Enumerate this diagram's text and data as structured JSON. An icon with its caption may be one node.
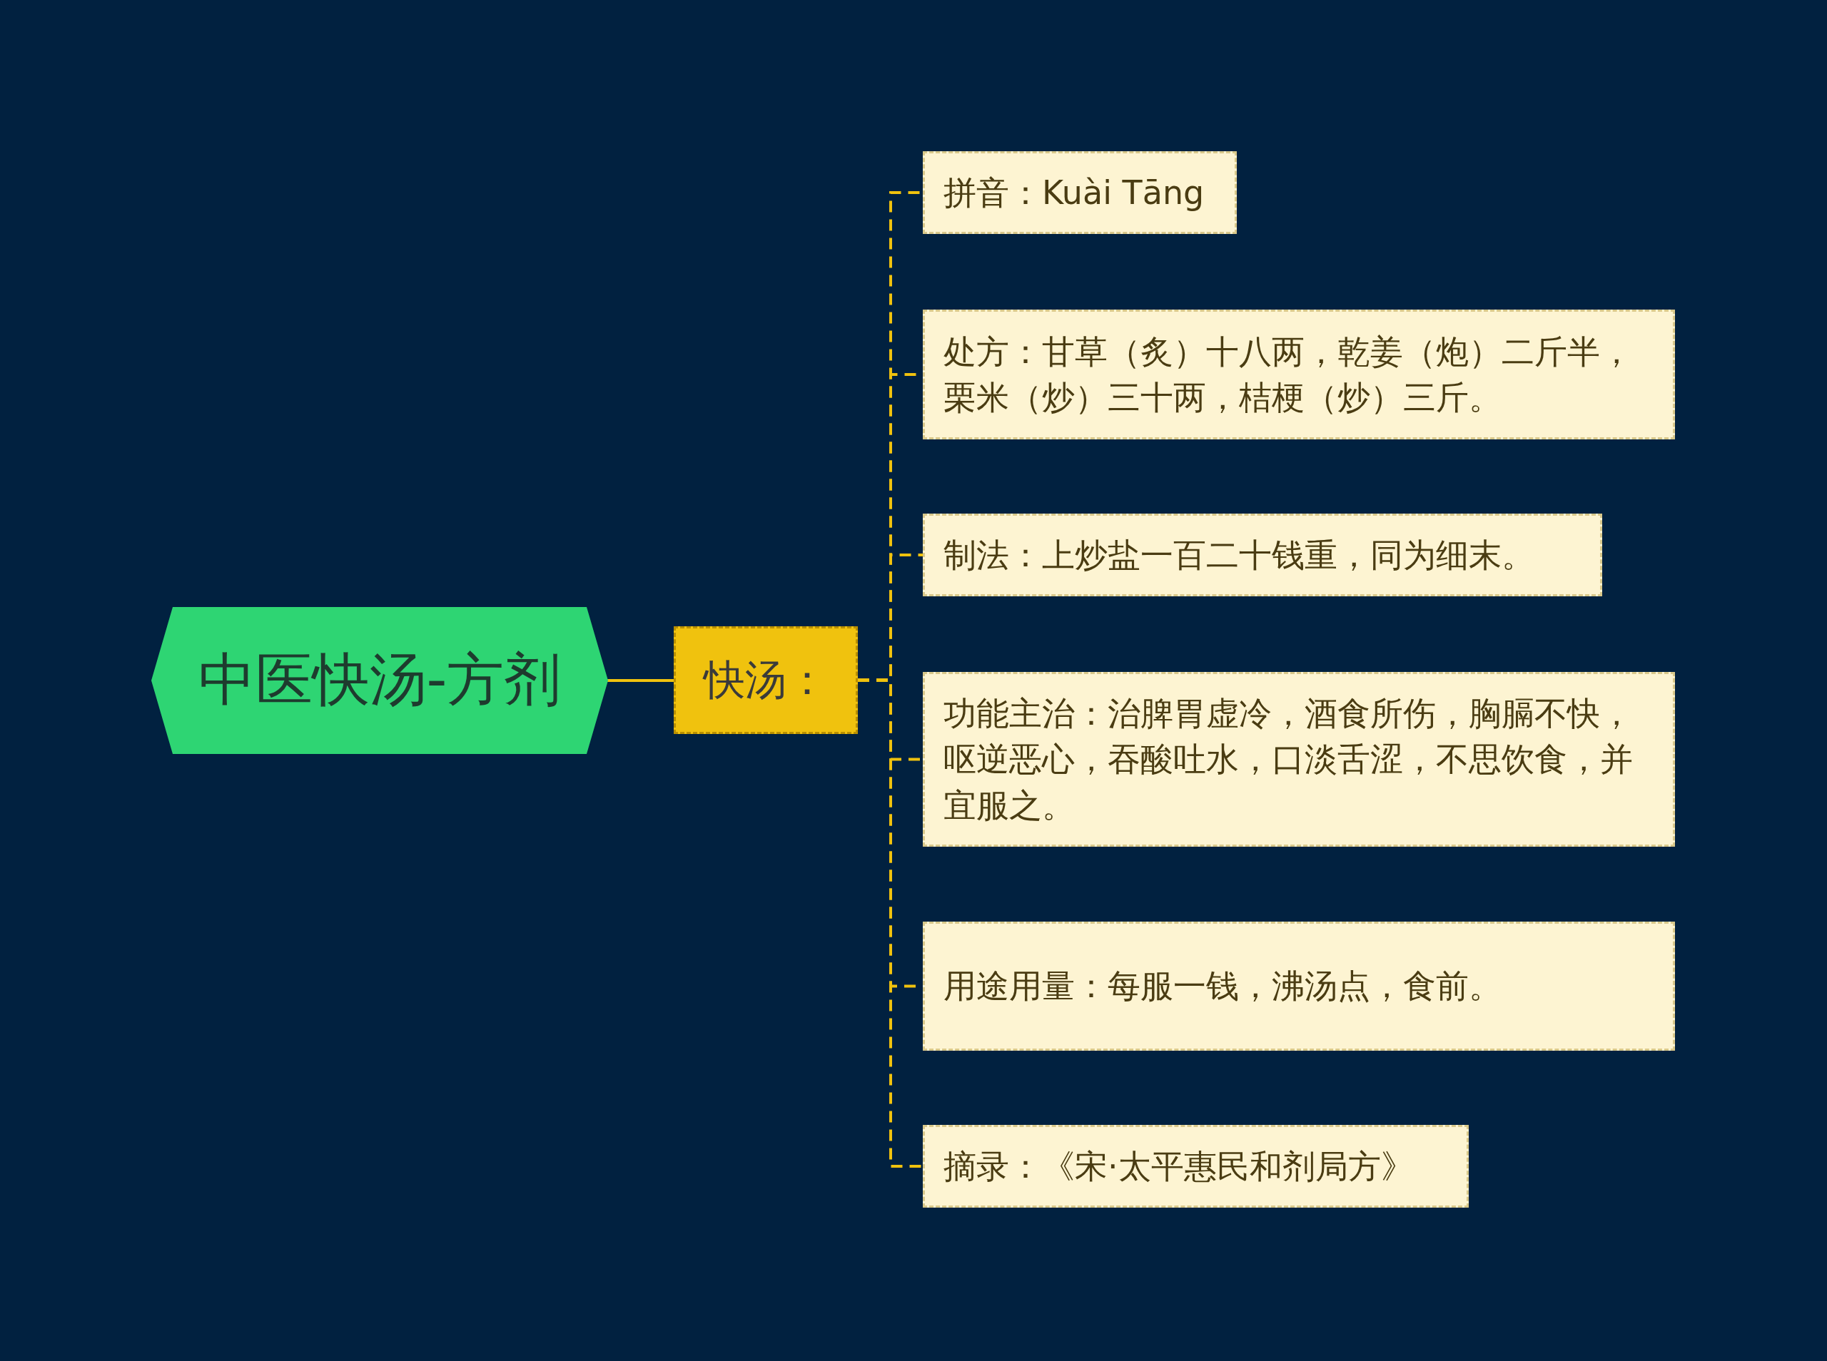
{
  "diagram": {
    "nodes": [
      {
        "text": [
          "中医快汤-方剂"
        ]
      },
      {
        "text": [
          "快汤："
        ]
      },
      {
        "text": [
          "拼音：Kuài Tāng"
        ]
      },
      {
        "text": [
          "处方：甘草（炙）十八两，乾姜（炮）二斤半，栗米（炒）三十两，桔梗（炒）三斤。"
        ]
      },
      {
        "text": [
          "制法：上炒盐一百二十钱重，同为细末。"
        ]
      },
      {
        "text": [
          "功能主治：治脾胃虚冷，酒食所伤，胸膈不快，呕逆恶心，吞酸吐水，口淡舌涩，不思饮食，并宜服之。"
        ]
      },
      {
        "text": [
          "用途用量：每服一钱，沸汤点，食前。"
        ]
      },
      {
        "text": [
          "摘录：《宋·太平惠民和剂局方》"
        ]
      }
    ],
    "edges": [
      {
        "from": 0,
        "to": 1,
        "arrow": "none"
      },
      {
        "from": 1,
        "to": 2,
        "arrow": "none",
        "style": "dashed"
      },
      {
        "from": 1,
        "to": 3,
        "arrow": "none",
        "style": "dashed"
      },
      {
        "from": 1,
        "to": 4,
        "arrow": "none",
        "style": "dashed"
      },
      {
        "from": 1,
        "to": 5,
        "arrow": "none",
        "style": "dashed"
      },
      {
        "from": 1,
        "to": 6,
        "arrow": "none",
        "style": "dashed"
      },
      {
        "from": 1,
        "to": 7,
        "arrow": "none",
        "style": "dashed"
      }
    ]
  }
}
